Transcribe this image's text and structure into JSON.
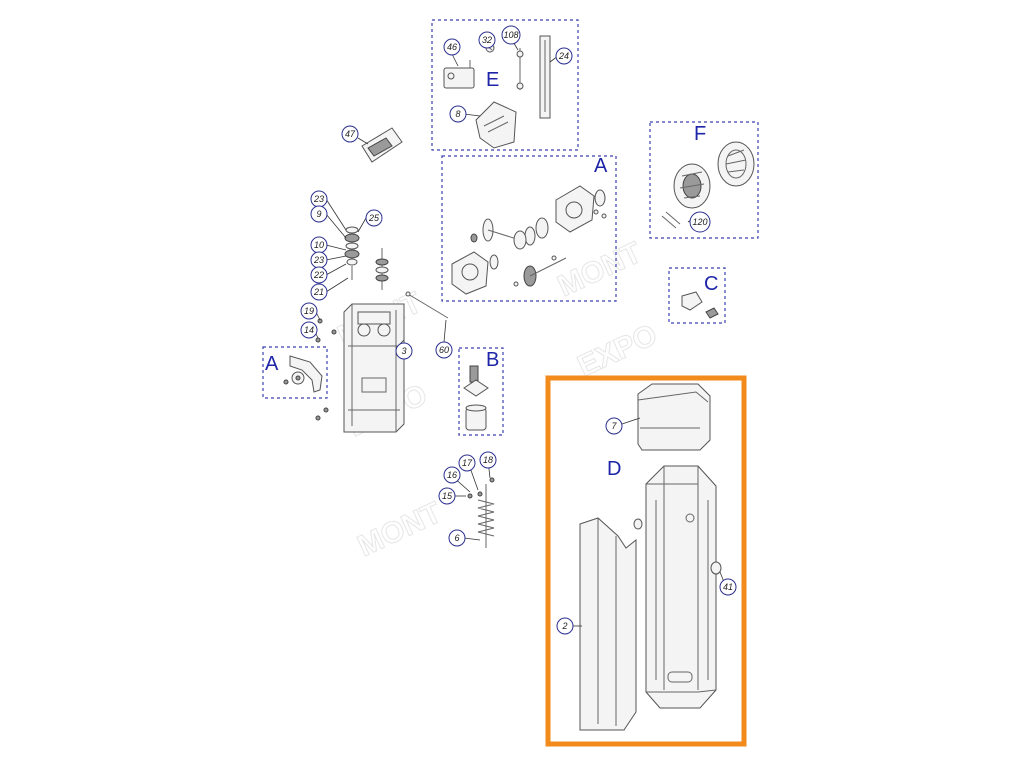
{
  "diagram": {
    "groups": [
      {
        "id": "E",
        "label": "E"
      },
      {
        "id": "A1",
        "label": "A"
      },
      {
        "id": "F",
        "label": "F"
      },
      {
        "id": "C",
        "label": "C"
      },
      {
        "id": "A2",
        "label": "A"
      },
      {
        "id": "B",
        "label": "B"
      },
      {
        "id": "D",
        "label": "D"
      }
    ],
    "callouts": [
      "46",
      "32",
      "108",
      "24",
      "8",
      "47",
      "23",
      "9",
      "25",
      "10",
      "23",
      "22",
      "21",
      "19",
      "14",
      "3",
      "60",
      "120",
      "7",
      "17",
      "18",
      "16",
      "15",
      "6",
      "41",
      "2"
    ],
    "highlight_color": "#f28a1c",
    "group_box_color": "#3a3fb0",
    "label_color": "#1e25a8"
  }
}
